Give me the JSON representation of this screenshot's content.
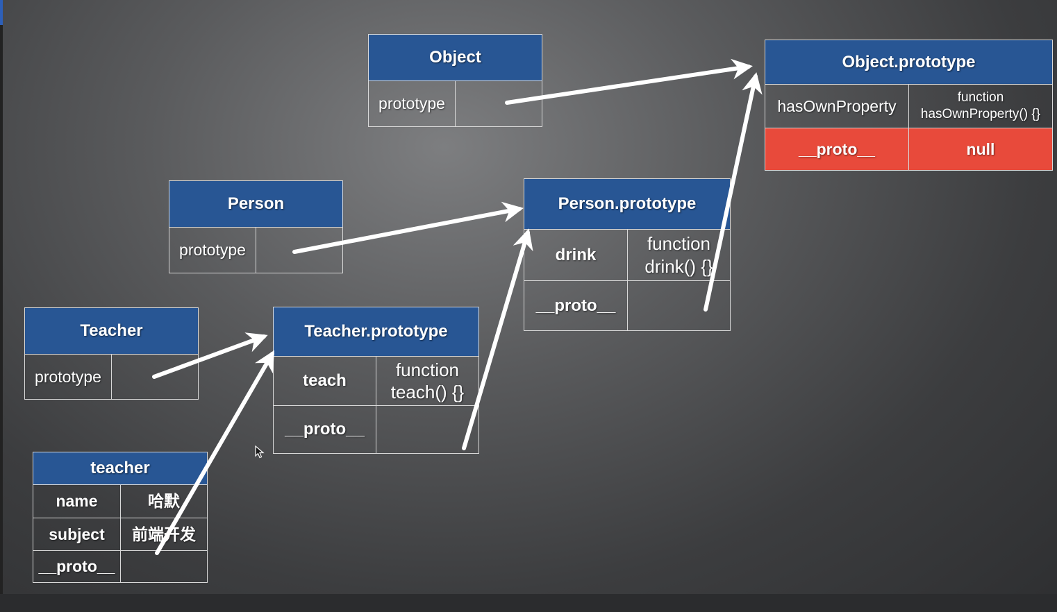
{
  "boxes": {
    "object": {
      "title": "Object",
      "rows": [
        {
          "key": "prototype",
          "value": ""
        }
      ]
    },
    "object_prototype": {
      "title": "Object.prototype",
      "rows": [
        {
          "key": "hasOwnProperty",
          "value": "function hasOwnProperty() {}"
        },
        {
          "key": "__proto__",
          "value": "null"
        }
      ]
    },
    "person": {
      "title": "Person",
      "rows": [
        {
          "key": "prototype",
          "value": ""
        }
      ]
    },
    "person_prototype": {
      "title": "Person.prototype",
      "rows": [
        {
          "key": "drink",
          "value": "function drink() {}"
        },
        {
          "key": "__proto__",
          "value": ""
        }
      ]
    },
    "teacher_ctor": {
      "title": "Teacher",
      "rows": [
        {
          "key": "prototype",
          "value": ""
        }
      ]
    },
    "teacher_prototype": {
      "title": "Teacher.prototype",
      "rows": [
        {
          "key": "teach",
          "value": "function teach() {}"
        },
        {
          "key": "__proto__",
          "value": ""
        }
      ]
    },
    "teacher_instance": {
      "title": "teacher",
      "rows": [
        {
          "key": "name",
          "value": "哈默"
        },
        {
          "key": "subject",
          "value": "前端开发"
        },
        {
          "key": "__proto__",
          "value": ""
        }
      ]
    }
  },
  "colors": {
    "header": "#285694",
    "null_row": "#e84a3b",
    "border": "#d9d9d9",
    "arrow": "#ffffff"
  },
  "arrows": [
    {
      "from": "Object.prototype",
      "to": "Object.prototype"
    },
    {
      "from": "Person.prototype",
      "to": "Person.prototype"
    },
    {
      "from": "Teacher.prototype",
      "to": "Teacher.prototype"
    },
    {
      "from": "teacher.__proto__",
      "to": "Teacher.prototype"
    },
    {
      "from": "Teacher.prototype.__proto__",
      "to": "Person.prototype"
    },
    {
      "from": "Person.prototype.__proto__",
      "to": "Object.prototype"
    }
  ]
}
